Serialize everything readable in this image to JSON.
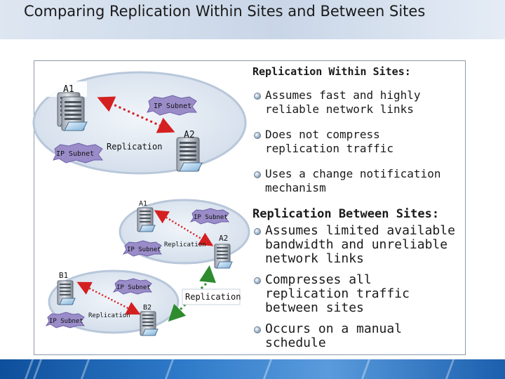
{
  "title": "Comparing Replication Within Sites and Between Sites",
  "within": {
    "heading": "Replication Within Sites:",
    "bullets": [
      "Assumes fast and highly reliable network links",
      "Does not compress replication traffic",
      "Uses a change notification mechanism"
    ]
  },
  "between": {
    "heading": "Replication Between Sites:",
    "bullets": [
      "Assumes limited available bandwidth and unreliable network links",
      "Compresses all replication traffic between sites",
      "Occurs on a manual schedule"
    ]
  },
  "diagram_top": {
    "server_a1": "A1",
    "server_a2": "A2",
    "subnet_1": "IP Subnet",
    "subnet_2": "IP Subnet",
    "replication": "Replication"
  },
  "diagram_bottom": {
    "server_a1": "A1",
    "server_a2": "A2",
    "server_b1": "B1",
    "server_b2": "B2",
    "subnet_a_top": "IP Subnet",
    "subnet_a_bottom": "IP Subnet",
    "subnet_b_top": "IP Subnet",
    "subnet_b_bottom": "IP Subnet",
    "replication_a": "Replication",
    "replication_b": "Replication",
    "replication_between": "Replication"
  },
  "colors": {
    "site_fill": "#dde6f1",
    "site_border": "#b8c7da",
    "link_red": "#d42020",
    "link_green": "#2e8b2e",
    "subnet_purple": "#9a8cc8"
  }
}
